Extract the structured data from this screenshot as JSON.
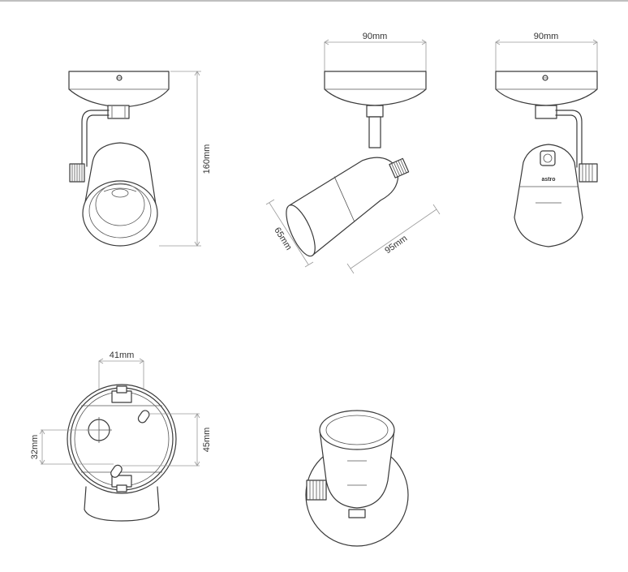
{
  "dimensions": {
    "height_front": "160mm",
    "width_side": "90mm",
    "width_back": "90mm",
    "head_diameter": "65mm",
    "head_length": "95mm",
    "plate_hole_spacing_h": "41mm",
    "plate_hole_spacing_v_left": "32mm",
    "plate_hole_spacing_v_right": "45mm"
  },
  "brand_logo": "astro"
}
